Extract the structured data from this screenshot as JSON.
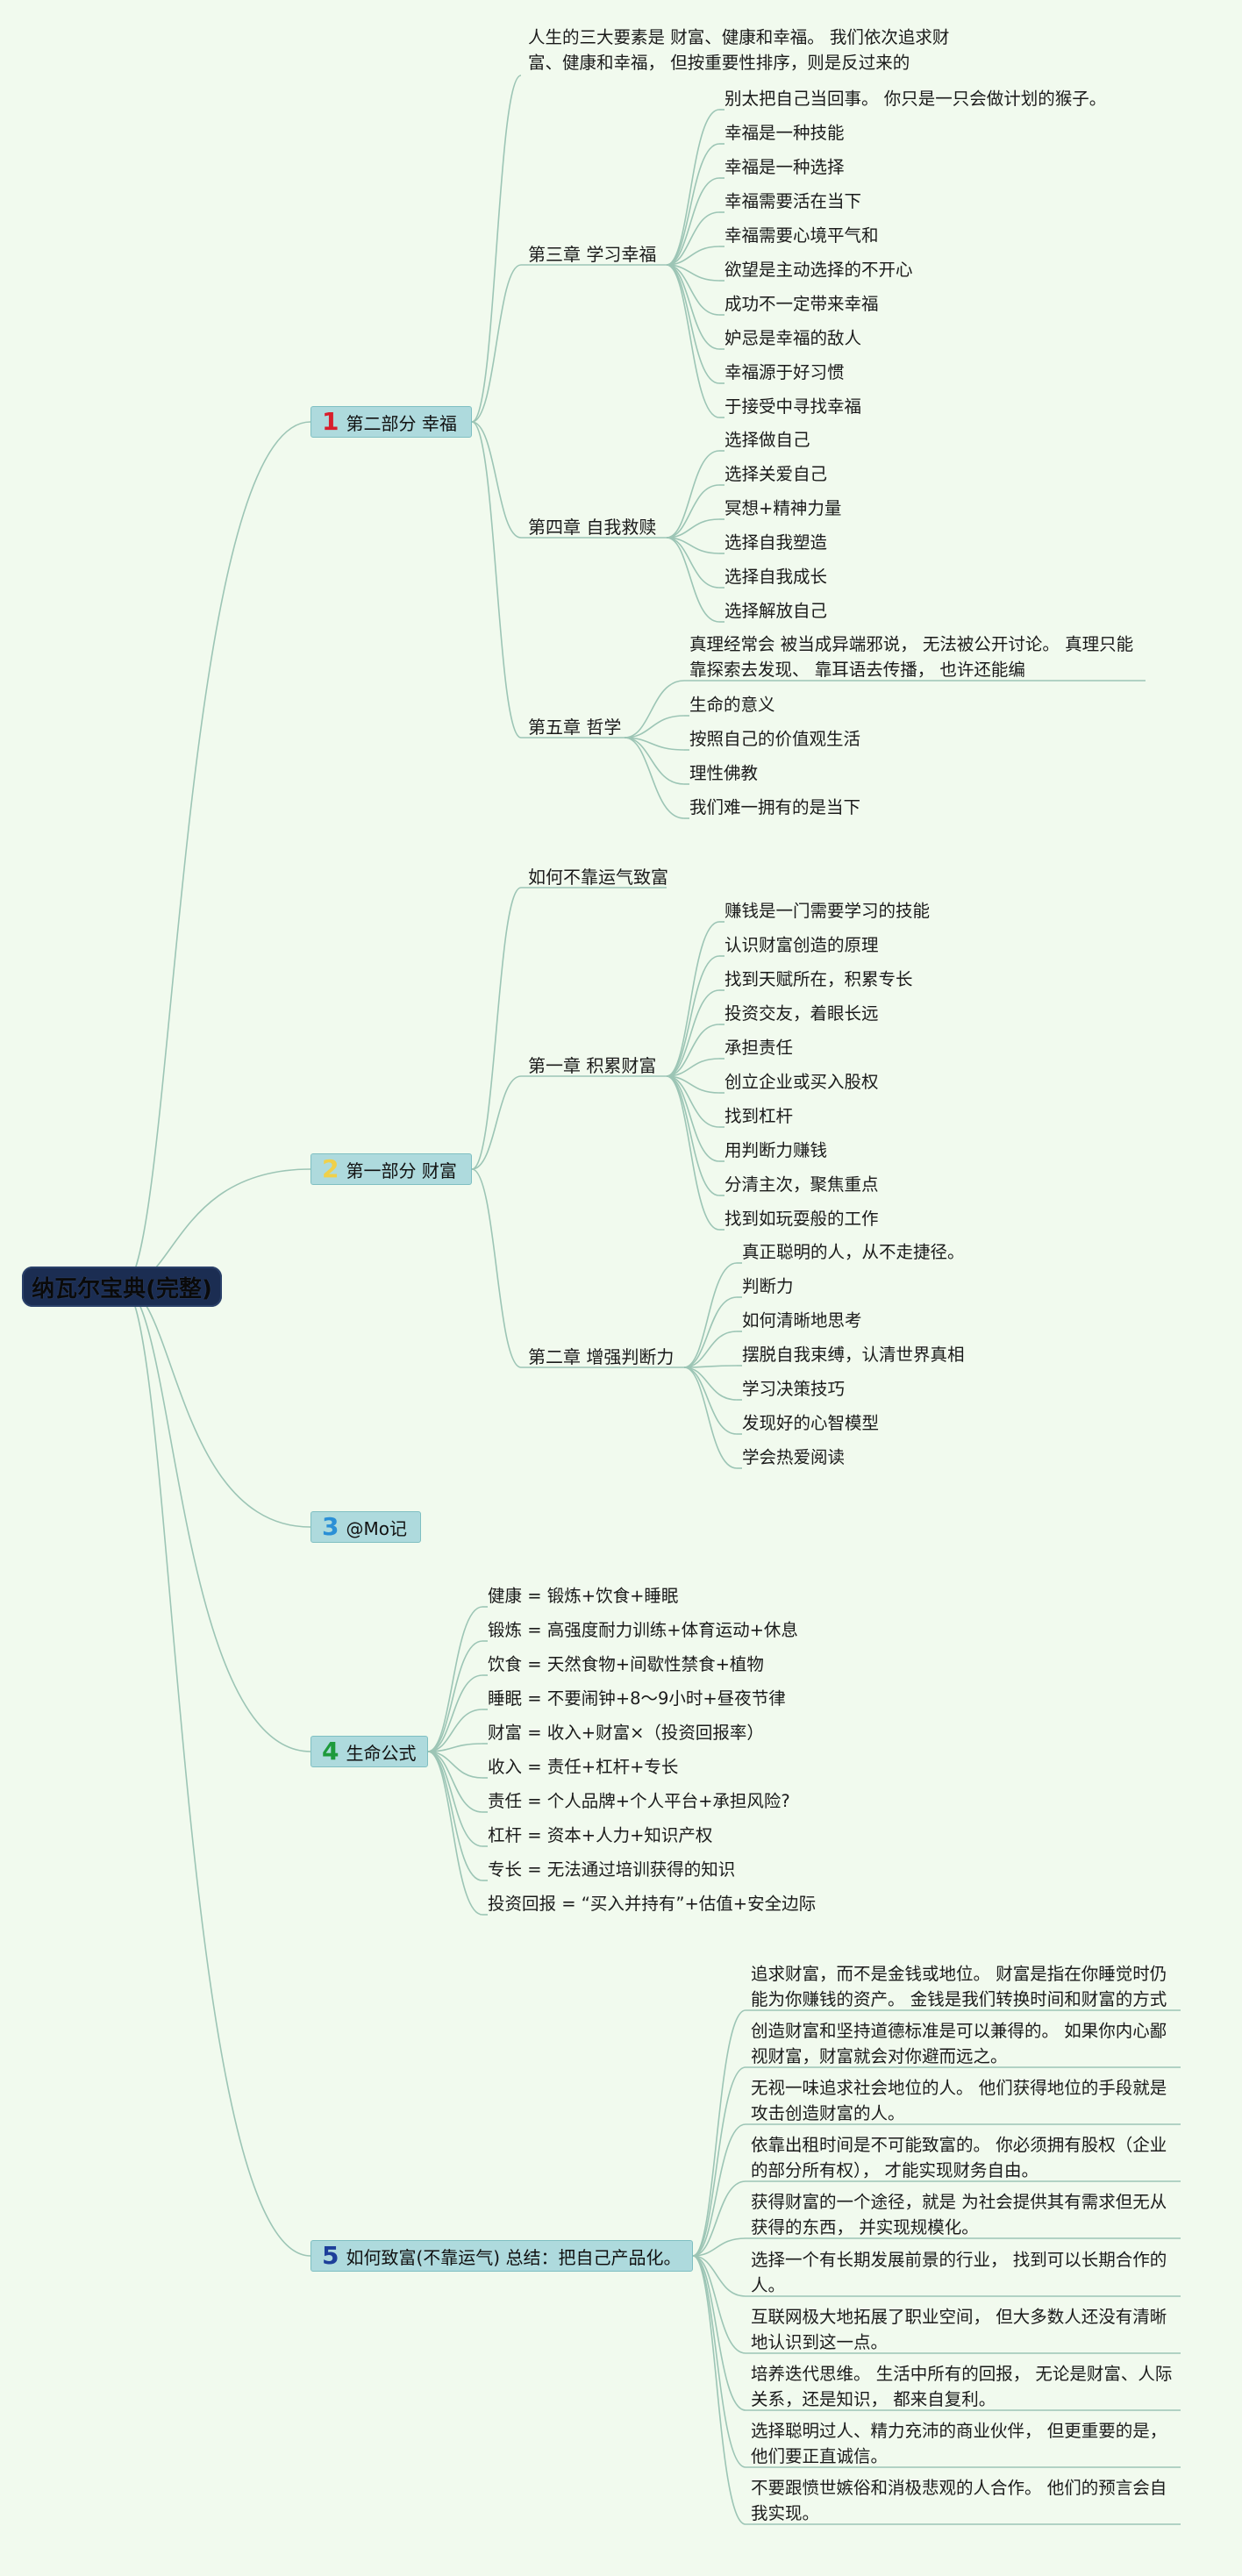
{
  "root": "纳瓦尔宝典(完整)",
  "colors": {
    "background": "#f1faee",
    "root_fill": "#1b2d52",
    "branch_fill": "#aedadd",
    "link": "#9cc5b5"
  },
  "branches": [
    {
      "id": "b1",
      "num": "1",
      "num_color": "#d81e2c",
      "label": "第二部分 幸福",
      "intro": "人生的三大要素是 财富、健康和幸福。 我们依次追求财富、健康和幸福， 但按重要性排序，则是反过来的",
      "chapters": [
        {
          "id": "b1c3",
          "label": "第三章 学习幸福",
          "items": [
            "别太把自己当回事。 你只是一只会做计划的猴子。",
            "幸福是一种技能",
            "幸福是一种选择",
            "幸福需要活在当下",
            "幸福需要心境平气和",
            "欲望是主动选择的不开心",
            "成功不一定带来幸福",
            "妒忌是幸福的敌人",
            "幸福源于好习惯",
            "于接受中寻找幸福"
          ]
        },
        {
          "id": "b1c4",
          "label": "第四章 自我救赎",
          "items": [
            "选择做自己",
            "选择关爱自己",
            "冥想+精神力量",
            "选择自我塑造",
            "选择自我成长",
            "选择解放自己"
          ]
        },
        {
          "id": "b1c5",
          "label": "第五章 哲学",
          "items": [
            "真理经常会 被当成异端邪说， 无法被公开讨论。 真理只能靠探索去发现、 靠耳语去传播， 也许还能编",
            "生命的意义",
            "按照自己的价值观生活",
            "理性佛教",
            "我们难一拥有的是当下"
          ]
        }
      ]
    },
    {
      "id": "b2",
      "num": "2",
      "num_color": "#f0d04a",
      "label": "第一部分 财富",
      "intro": "如何不靠运气致富",
      "chapters": [
        {
          "id": "b2c1",
          "label": "第一章 积累财富",
          "items": [
            "赚钱是一门需要学习的技能",
            "认识财富创造的原理",
            "找到天赋所在，积累专长",
            "投资交友，着眼长远",
            "承担责任",
            "创立企业或买入股权",
            "找到杠杆",
            "用判断力赚钱",
            "分清主次，聚焦重点",
            "找到如玩耍般的工作"
          ]
        },
        {
          "id": "b2c2",
          "label": "第二章 增强判断力",
          "items": [
            "真正聪明的人，从不走捷径。",
            "判断力",
            "如何清晰地思考",
            "摆脱自我束缚，认清世界真相",
            "学习决策技巧",
            "发现好的心智模型",
            "学会热爱阅读"
          ]
        }
      ]
    },
    {
      "id": "b3",
      "num": "3",
      "num_color": "#2a8fd6",
      "label": "@Mo记"
    },
    {
      "id": "b4",
      "num": "4",
      "num_color": "#1e9a3c",
      "label": "生命公式",
      "items": [
        "健康 = 锻炼+饮食+睡眠",
        "锻炼 = 高强度耐力训练+体育运动+休息",
        "饮食 = 天然食物+间歇性禁食+植物",
        "睡眠 = 不要闹钟+8～9小时+昼夜节律",
        "财富 = 收入+财富×（投资回报率）",
        "收入 = 责任+杠杆+专长",
        "责任 = 个人品牌+个人平台+承担风险?",
        "杠杆 = 资本+人力+知识产权",
        "专长 = 无法通过培训获得的知识",
        "投资回报 = “买入并持有”+估值+安全边际"
      ]
    },
    {
      "id": "b5",
      "num": "5",
      "num_color": "#1d3f9a",
      "label": "如何致富(不靠运气) 总结：把自己产品化。",
      "items": [
        "追求财富，而不是金钱或地位。 财富是指在你睡觉时仍能为你赚钱的资产。 金钱是我们转换时间和财富的方式",
        "创造财富和坚持道德标准是可以兼得的。 如果你内心鄙视财富，财富就会对你避而远之。",
        "无视一味追求社会地位的人。 他们获得地位的手段就是攻击创造财富的人。",
        "依靠出租时间是不可能致富的。 你必须拥有股权（企业的部分所有权）， 才能实现财务自由。",
        "获得财富的一个途径，就是 为社会提供其有需求但无从获得的东西， 并实现规模化。",
        "选择一个有长期发展前景的行业， 找到可以长期合作的人。",
        "互联网极大地拓展了职业空间， 但大多数人还没有清晰地认识到这一点。",
        "培养迭代思维。 生活中所有的回报， 无论是财富、人际关系，还是知识， 都来自复利。",
        "选择聪明过人、精力充沛的商业伙伴， 但更重要的是，他们要正直诚信。",
        "不要跟愤世嫉俗和消极悲观的人合作。 他们的预言会自我实现。"
      ]
    }
  ]
}
